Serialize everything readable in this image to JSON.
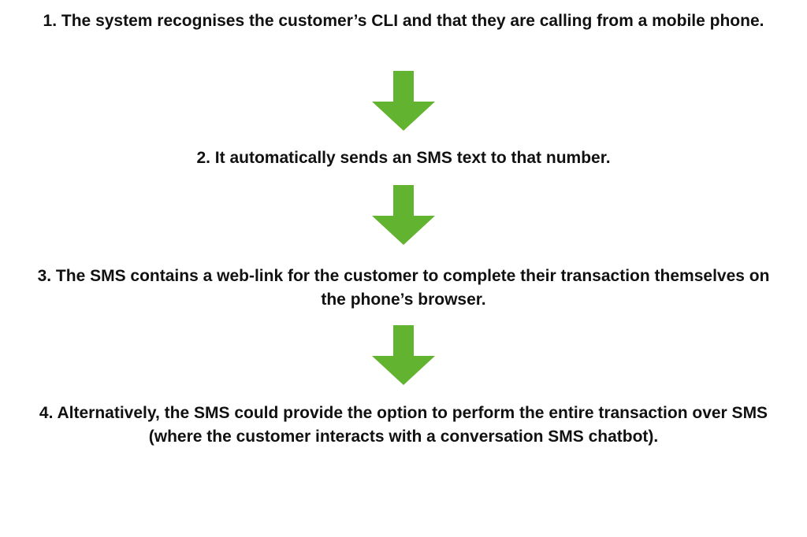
{
  "steps": [
    {
      "text": "1. The system recognises the customer’s CLI and that they are calling from a mobile phone."
    },
    {
      "text": "2. It automatically sends an SMS text to that number."
    },
    {
      "text": "3. The SMS contains a web-link for the customer to complete their transaction themselves on the phone’s browser."
    },
    {
      "text": "4. Alternatively, the SMS could provide the option to perform the entire transaction over SMS (where the customer interacts with a conversation SMS chatbot)."
    }
  ],
  "arrows": [
    {
      "icon": "down-arrow-icon",
      "color": "#62b330"
    },
    {
      "icon": "down-arrow-icon",
      "color": "#62b330"
    },
    {
      "icon": "down-arrow-icon",
      "color": "#62b330"
    }
  ]
}
